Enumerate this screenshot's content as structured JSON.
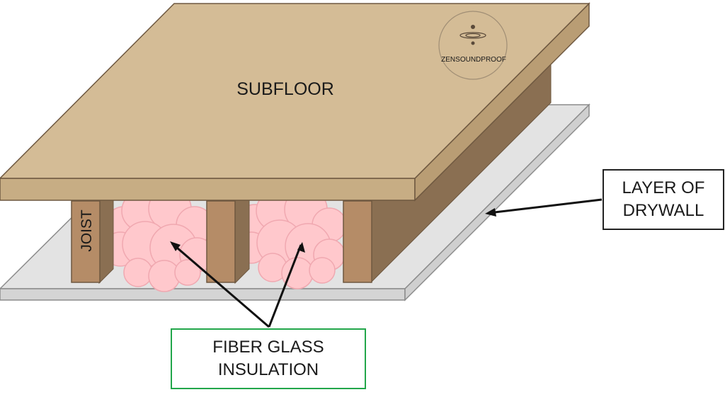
{
  "labels": {
    "subfloor": "SUBFLOOR",
    "joist": "JOIST",
    "drywall_line1": "LAYER OF",
    "drywall_line2": "DRYWALL",
    "insulation_line1": "FIBER GLASS",
    "insulation_line2": "INSULATION"
  },
  "logo": {
    "text": "ZENSOUNDPROOF"
  },
  "colors": {
    "subfloor_top": "#d4bc96",
    "subfloor_edge": "#c7ad84",
    "joist_front": "#b58c67",
    "joist_side": "#8a6f52",
    "drywall": "#e3e3e3",
    "insulation": "#ffc8cc",
    "insulation_box_border": "#22a64a"
  }
}
